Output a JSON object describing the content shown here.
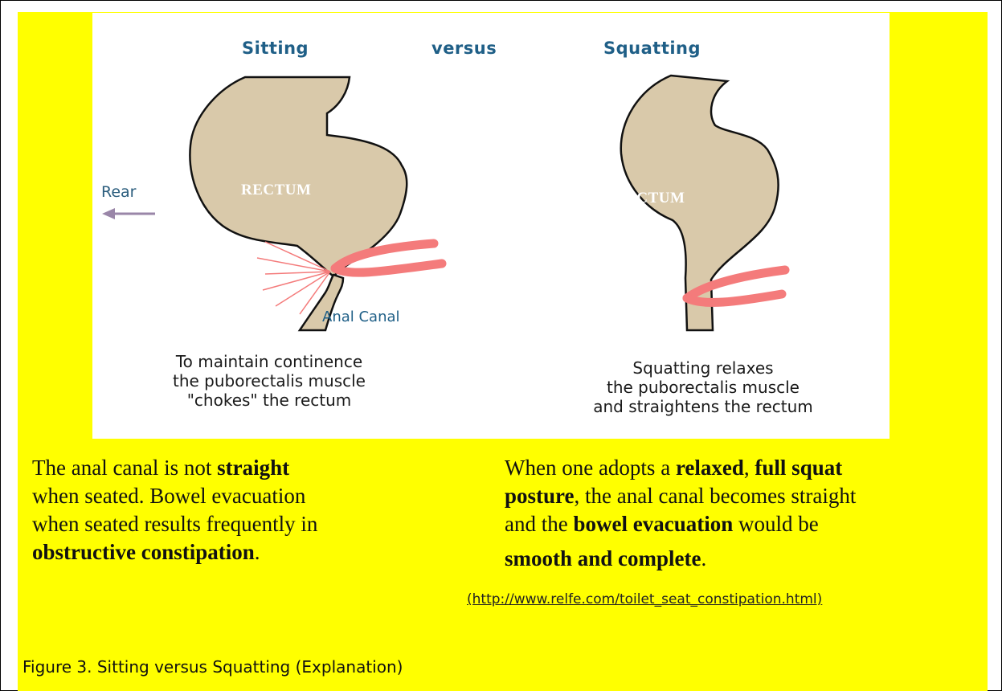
{
  "diagram": {
    "heading_left": "Sitting",
    "heading_middle": "versus",
    "heading_right": "Squatting",
    "rear_label": "Rear",
    "rectum_label_left": "RECTUM",
    "rectum_label_right": "RECTUM",
    "anal_canal_label": "Anal Canal",
    "caption_left": [
      "To maintain continence",
      "the puborectalis muscle",
      "\"chokes\" the rectum"
    ],
    "caption_right": [
      "Squatting relaxes",
      "the puborectalis muscle",
      "and straightens the rectum"
    ],
    "colors": {
      "tissue": "#d9c9aa",
      "muscle": "#f47b7b",
      "heading": "#1f5f87",
      "background": "#ffff00"
    }
  },
  "left_text": {
    "p1": "The anal canal is not ",
    "p1_bold": "straight",
    "p2": "when seated. Bowel evacuation",
    "p3": "when seated results frequently in",
    "p4_bold": "obstructive constipation",
    "p4_end": "."
  },
  "right_text": {
    "p1": "When one adopts a ",
    "p1_bold_a": "relaxed",
    "p1_sep": ", ",
    "p1_bold_b": "full squat",
    "p2_bold": "posture",
    "p2": ", the anal canal becomes straight",
    "p3": "and the ",
    "p3_bold": "bowel evacuation",
    "p3_end": " would be",
    "p4_bold": "smooth and complete",
    "p4_end": "."
  },
  "source_url": "(http://www.relfe.com/toilet_seat_constipation.html)",
  "figure_caption": "Figure 3. Sitting versus Squatting (Explanation)"
}
